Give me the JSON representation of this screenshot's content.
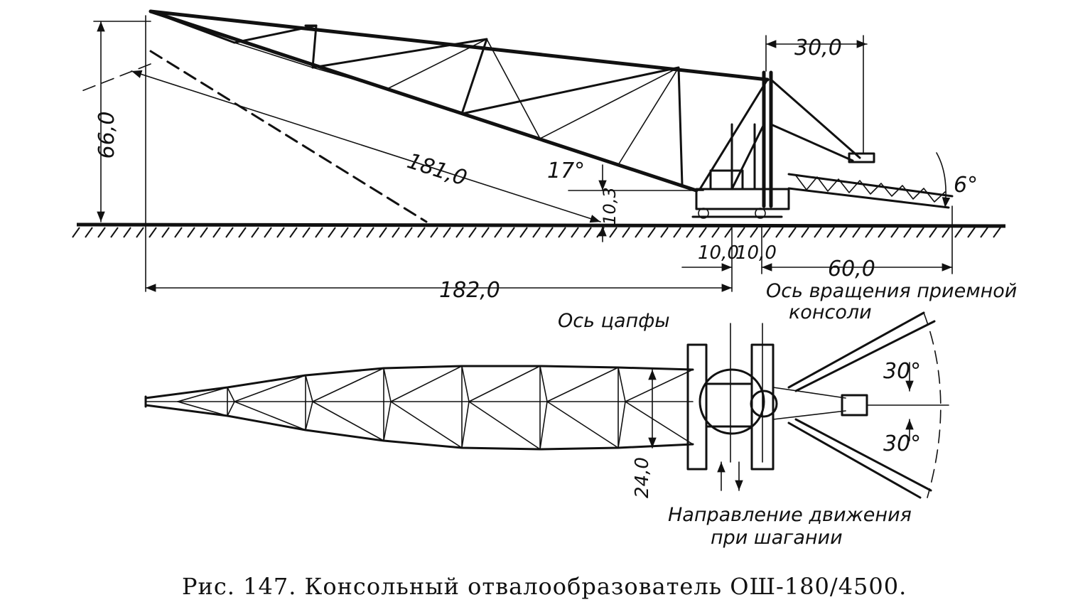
{
  "side_view": {
    "dims": {
      "height": "66,0",
      "boom_length": "181,0",
      "angle_boom": "17°",
      "height_low": "10,3",
      "top_offset": "30,0",
      "angle_receiving": "6°",
      "half_left": "10,0",
      "half_right": "10,0",
      "receiving_length": "60,0",
      "total_reach": "182,0"
    },
    "labels": {
      "rotation_axis_line1": "Ось вращения приемной",
      "rotation_axis_line2": "консоли"
    }
  },
  "plan_view": {
    "labels": {
      "trunnion_axis": "Ось цапфы",
      "walking_direction_line1": "Направление движения",
      "walking_direction_line2": "при шагании"
    },
    "dims": {
      "width": "24,0",
      "angle_upper": "30°",
      "angle_lower": "30°"
    }
  },
  "caption": "Рис. 147.  Консольный  отвалообразователь  ОШ-180/4500."
}
